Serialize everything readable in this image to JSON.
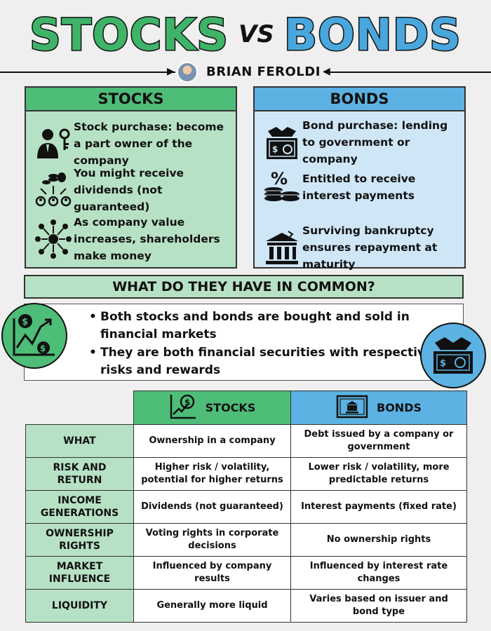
{
  "header": {
    "title_left": "STOCKS",
    "title_vs": "VS",
    "title_right": "BONDS",
    "author": "BRIAN FEROLDI"
  },
  "stocks_card": {
    "heading": "STOCKS",
    "items": [
      {
        "icon": "person-key-icon",
        "text": "Stock purchase: become a part owner of the company"
      },
      {
        "icon": "money-bag-dividends-icon",
        "text": "You might receive dividends (not guaranteed)"
      },
      {
        "icon": "shareholder-network-icon",
        "text": "As company value increases, shareholders make money"
      }
    ]
  },
  "bonds_card": {
    "heading": "BONDS",
    "items": [
      {
        "icon": "bond-certificate-handshake-icon",
        "text": "Bond purchase: lending to government or company"
      },
      {
        "icon": "percent-coins-icon",
        "text": "Entitled to receive interest payments"
      },
      {
        "icon": "bank-building-icon",
        "text": "Surviving bankruptcy ensures repayment at maturity"
      }
    ]
  },
  "common": {
    "heading": "WHAT DO THEY HAVE IN COMMON?",
    "bullets": [
      "Both stocks and bonds are bought and sold in financial markets",
      "They are both financial securities with respective risks and rewards"
    ]
  },
  "comparison": {
    "col_stocks": "STOCKS",
    "col_bonds": "BONDS",
    "rows": [
      {
        "label": "WHAT",
        "stocks": "Ownership in a company",
        "bonds": "Debt issued by a company or government"
      },
      {
        "label": "RISK AND RETURN",
        "stocks": "Higher risk / volatility, potential for higher returns",
        "bonds": "Lower risk / volatility, more predictable returns"
      },
      {
        "label": "INCOME GENERATIONS",
        "stocks": "Dividends (not guaranteed)",
        "bonds": "Interest payments (fixed rate)"
      },
      {
        "label": "OWNERSHIP RIGHTS",
        "stocks": "Voting rights in corporate decisions",
        "bonds": "No ownership rights"
      },
      {
        "label": "MARKET INFLUENCE",
        "stocks": "Influenced by company results",
        "bonds": "Influenced by interest rate changes"
      },
      {
        "label": "LIQUIDITY",
        "stocks": "Generally more liquid",
        "bonds": "Varies based on issuer and bond type"
      }
    ]
  },
  "colors": {
    "stocks_green": "#3fb368",
    "stocks_light": "#b7e1c5",
    "bonds_blue": "#5cb2e3",
    "bonds_light": "#cfe6f7"
  }
}
